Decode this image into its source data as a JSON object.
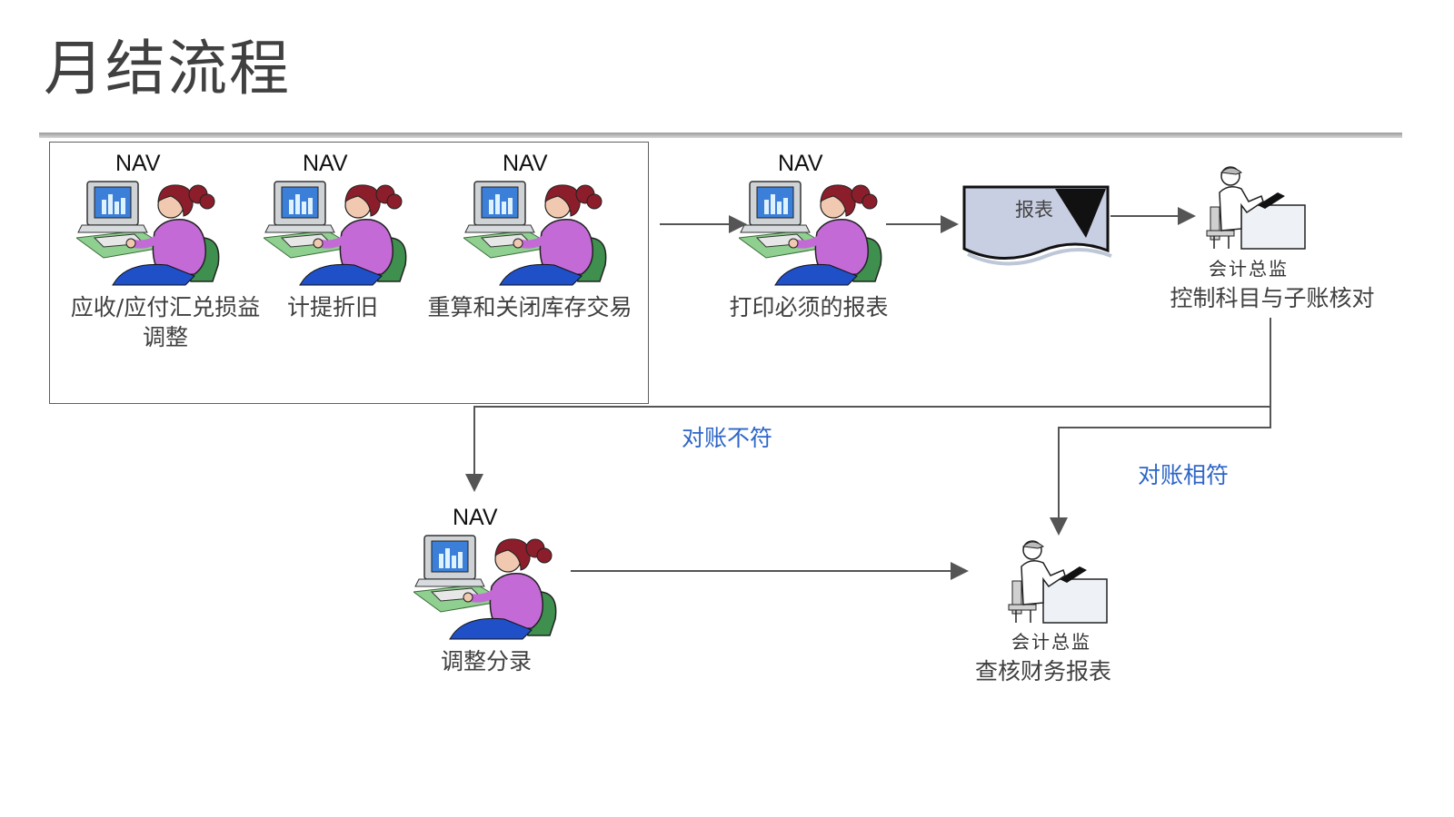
{
  "title": "月结流程",
  "nav_tag": "NAV",
  "role": "会计总监",
  "document_label": "报表",
  "steps": [
    {
      "label": "应收/应付汇兑损益调整"
    },
    {
      "label": "计提折旧"
    },
    {
      "label": "重算和关闭库存交易"
    },
    {
      "label": "打印必须的报表"
    },
    {
      "label": "控制科目与子账核对"
    },
    {
      "label": "调整分录"
    },
    {
      "label": "查核财务报表"
    }
  ],
  "step1_lines": [
    "应收/应付汇兑损益",
    "调整"
  ],
  "edges": {
    "mismatch": "对账不符",
    "match": "对账相符"
  },
  "colors": {
    "edge_label": "#2e66c8",
    "arrow": "#555555",
    "monitor": "#3b7fd8",
    "shirt": "#c46ad6",
    "hair": "#8b1e2a"
  }
}
